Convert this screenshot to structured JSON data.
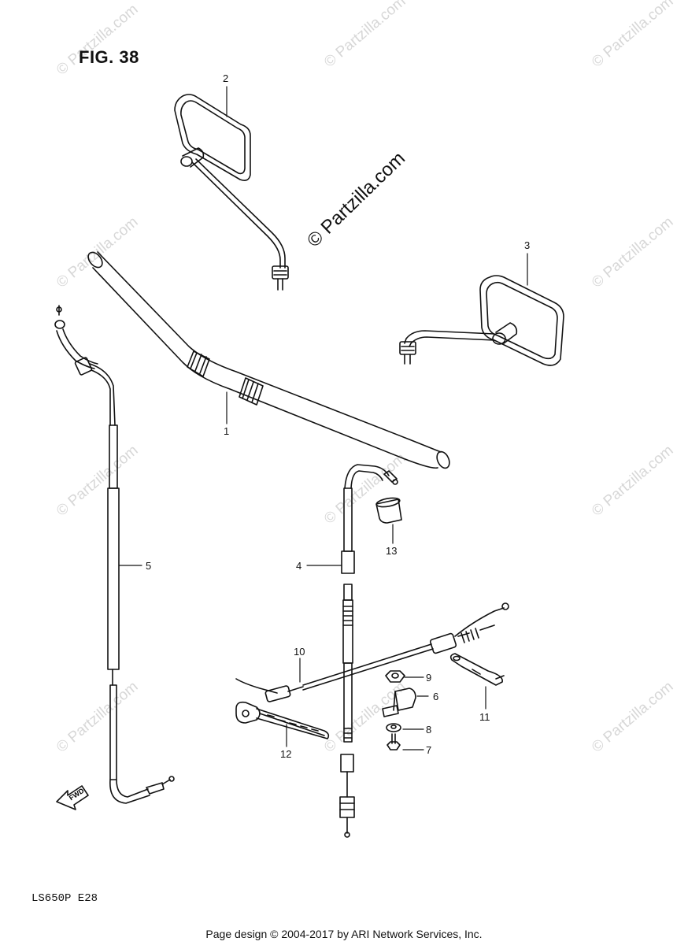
{
  "figure": {
    "title": "FIG. 38",
    "model": "LS650P  E28"
  },
  "watermark": {
    "main": "© Partzilla.com",
    "repeat": "© Partzilla.com"
  },
  "footer": {
    "text": "Page design © 2004-2017 by ARI Network Services, Inc."
  },
  "fwd_arrow": {
    "label": "FWD"
  },
  "callouts": [
    {
      "id": "1",
      "label": "1"
    },
    {
      "id": "2",
      "label": "2"
    },
    {
      "id": "3",
      "label": "3"
    },
    {
      "id": "4",
      "label": "4"
    },
    {
      "id": "5",
      "label": "5"
    },
    {
      "id": "6",
      "label": "6"
    },
    {
      "id": "7",
      "label": "7"
    },
    {
      "id": "8",
      "label": "8"
    },
    {
      "id": "9",
      "label": "9"
    },
    {
      "id": "10",
      "label": "10"
    },
    {
      "id": "11",
      "label": "11"
    },
    {
      "id": "12",
      "label": "12"
    },
    {
      "id": "13",
      "label": "13"
    }
  ]
}
